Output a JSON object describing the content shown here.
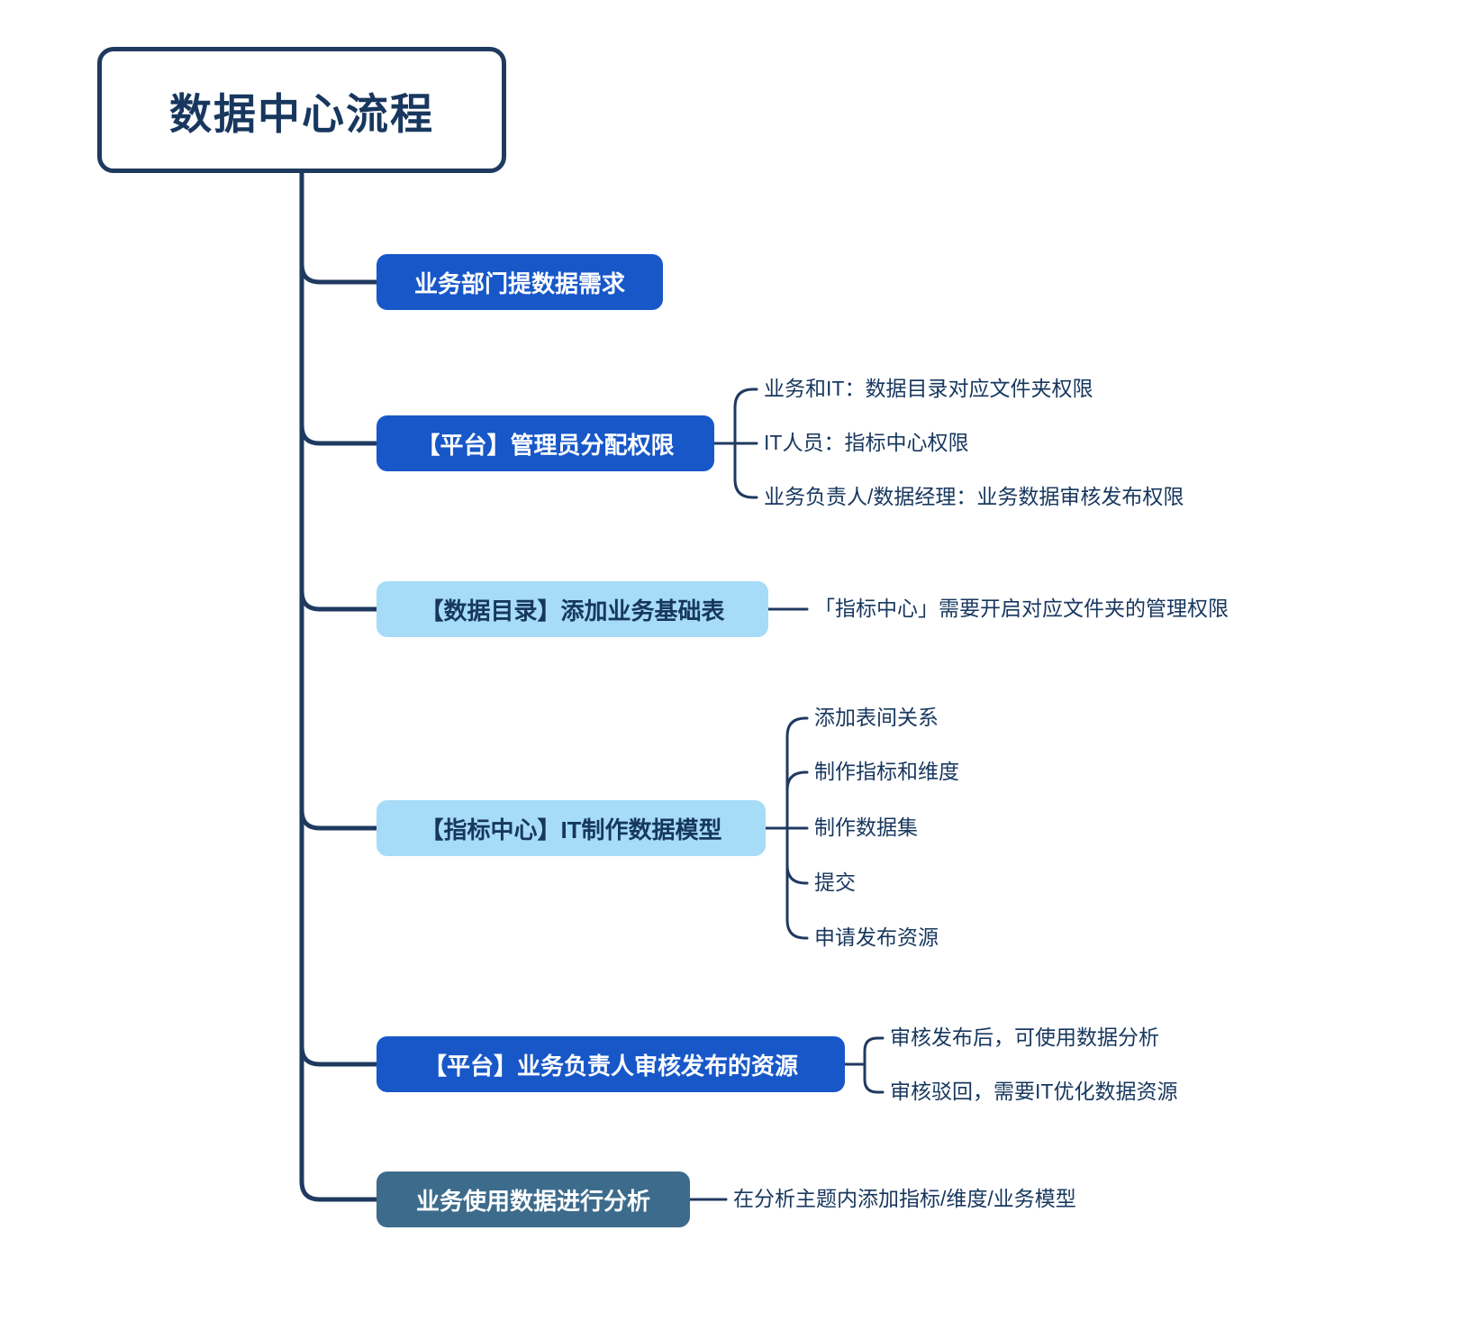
{
  "root": {
    "title": "数据中心流程"
  },
  "colors": {
    "line": "#1f3a5f",
    "node_blue": "#1757c8",
    "node_light_blue": "#a6dcf7",
    "node_steel_blue": "#3d6b8c",
    "text_dark": "#17375e",
    "text_light": "#ffffff"
  },
  "nodes": [
    {
      "label": "业务部门提数据需求",
      "style": "blue",
      "children": []
    },
    {
      "label": "【平台】管理员分配权限",
      "style": "blue",
      "children": [
        {
          "label": "业务和IT：数据目录对应文件夹权限"
        },
        {
          "label": "IT人员：指标中心权限"
        },
        {
          "label": "业务负责人/数据经理：业务数据审核发布权限"
        }
      ]
    },
    {
      "label": "【数据目录】添加业务基础表",
      "style": "light",
      "children": [
        {
          "label": "「指标中心」需要开启对应文件夹的管理权限"
        }
      ]
    },
    {
      "label": "【指标中心】IT制作数据模型",
      "style": "light",
      "children": [
        {
          "label": "添加表间关系"
        },
        {
          "label": "制作指标和维度"
        },
        {
          "label": "制作数据集"
        },
        {
          "label": "提交"
        },
        {
          "label": "申请发布资源"
        }
      ]
    },
    {
      "label": "【平台】业务负责人审核发布的资源",
      "style": "blue",
      "children": [
        {
          "label": "审核发布后，可使用数据分析"
        },
        {
          "label": "审核驳回，需要IT优化数据资源"
        }
      ]
    },
    {
      "label": "业务使用数据进行分析",
      "style": "steel",
      "children": [
        {
          "label": "在分析主题内添加指标/维度/业务模型"
        }
      ]
    }
  ]
}
